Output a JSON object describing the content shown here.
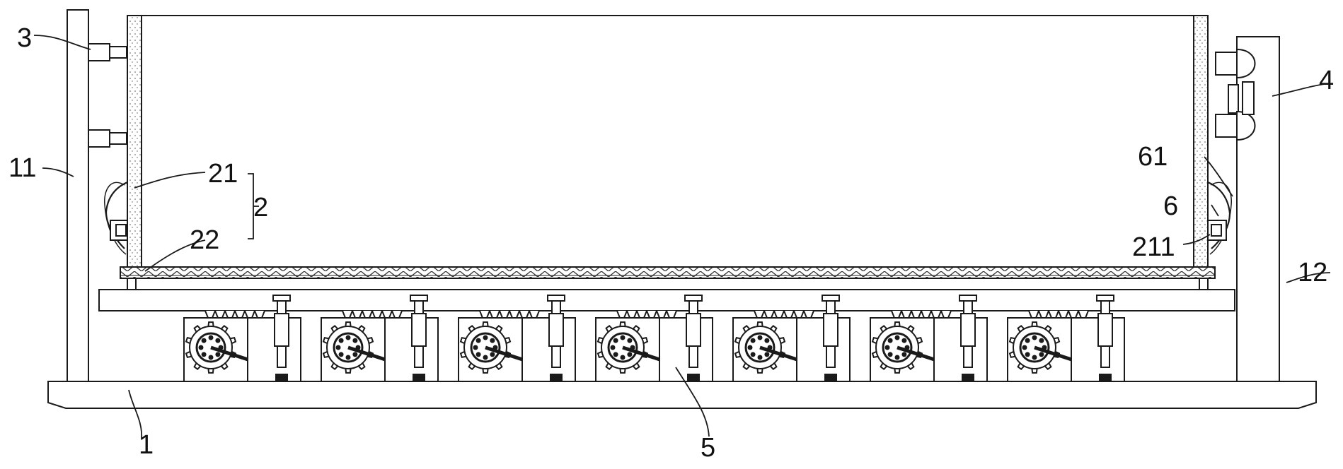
{
  "figure": {
    "stroke_color": "#1a1a1a",
    "fill_color": "#ffffff",
    "hatch_color": "#555555"
  },
  "labels": {
    "base": "1",
    "container_group": "2",
    "left_bracket": "3",
    "right_bracket": "4",
    "drive_assembly": "5",
    "latch": "6",
    "left_post": "11",
    "right_post": "12",
    "side_wall": "21",
    "bottom_plate": "22",
    "hook": "61",
    "slot": "211"
  },
  "drive_unit_count": 7
}
